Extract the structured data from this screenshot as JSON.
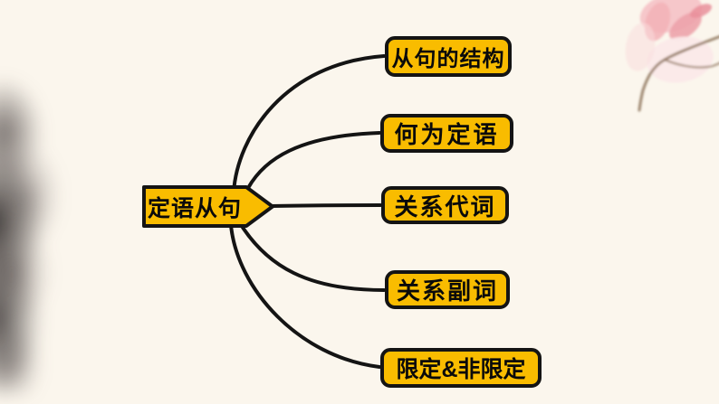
{
  "slide": {
    "background_color": "#fbf6ed",
    "mindmap": {
      "root": {
        "label": "定语从句"
      },
      "branches": [
        {
          "label": "从句的结构"
        },
        {
          "label": "何为定语"
        },
        {
          "label": "关系代词"
        },
        {
          "label": "关系副词"
        },
        {
          "label": "限定&非限定"
        }
      ]
    },
    "colors": {
      "node_fill": "#f9bc00",
      "node_border": "#141414",
      "connector_line": "#141414",
      "node_text": "#0a0a0a",
      "ink_wash": "#2a2525",
      "flower_pink": "#f3b7bb",
      "flower_branch_brown": "#8b7158"
    },
    "decorations": [
      "ink-wash-blob",
      "magnolia-flower"
    ]
  }
}
